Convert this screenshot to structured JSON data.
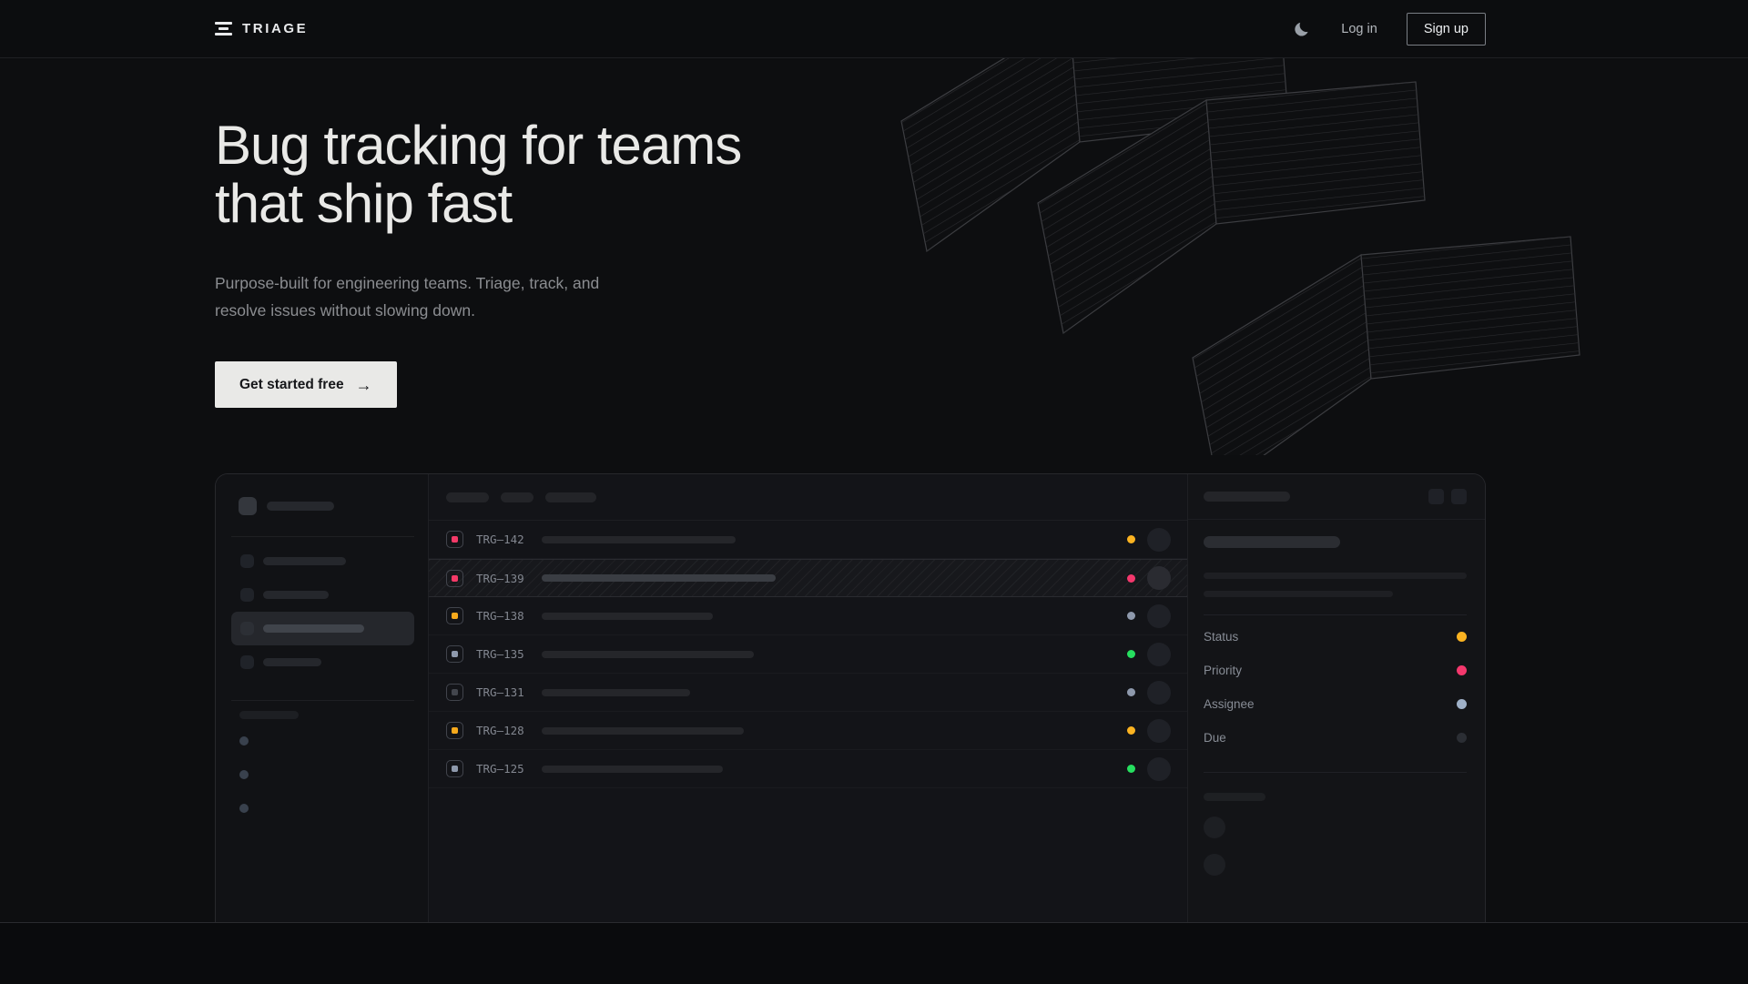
{
  "nav": {
    "brand": "TRIAGE",
    "login_label": "Log in",
    "signup_label": "Sign up"
  },
  "hero": {
    "heading": "Bug tracking for teams\nthat ship fast",
    "subheading": "Purpose-built for engineering teams. Triage, track, and resolve issues without slowing down.",
    "cta_label": "Get started free",
    "cta_arrow": "→"
  },
  "app_preview": {
    "issues": [
      {
        "id": "TRG–142",
        "icon_color": "#f43a68",
        "title_width": 213,
        "status_color": "#fbb321",
        "hatched": false
      },
      {
        "id": "TRG–139",
        "icon_color": "#f43a68",
        "title_width": 257,
        "status_color": "#f4386d",
        "hatched": true
      },
      {
        "id": "TRG–138",
        "icon_color": "#f6a91c",
        "title_width": 188,
        "status_color": "#8e99ac",
        "hatched": false
      },
      {
        "id": "TRG–135",
        "icon_color": "#8e99ac",
        "title_width": 233,
        "status_color": "#26df5f",
        "hatched": false
      },
      {
        "id": "TRG–131",
        "icon_color": "#43464d",
        "title_width": 163,
        "status_color": "#8e99ac",
        "hatched": false
      },
      {
        "id": "TRG–128",
        "icon_color": "#f6a91c",
        "title_width": 222,
        "status_color": "#fbb321",
        "hatched": false
      },
      {
        "id": "TRG–125",
        "icon_color": "#8e99ac",
        "title_width": 199,
        "status_color": "#26df5f",
        "hatched": false
      }
    ],
    "detail_fields": [
      {
        "label": "Status",
        "dot_color": "#fbb321"
      },
      {
        "label": "Priority",
        "dot_color": "#f4386d"
      },
      {
        "label": "Assignee",
        "dot_color": "#9fb1c8"
      },
      {
        "label": "Due",
        "dot_color": "#2b2e34"
      }
    ]
  },
  "theme": {
    "page_background": "#0d0e10",
    "accent_amber": "#fbb321",
    "accent_pink": "#f4386d",
    "accent_green": "#26df5f",
    "accent_slate": "#8e99ac",
    "cta_background": "#e9e9e7"
  }
}
